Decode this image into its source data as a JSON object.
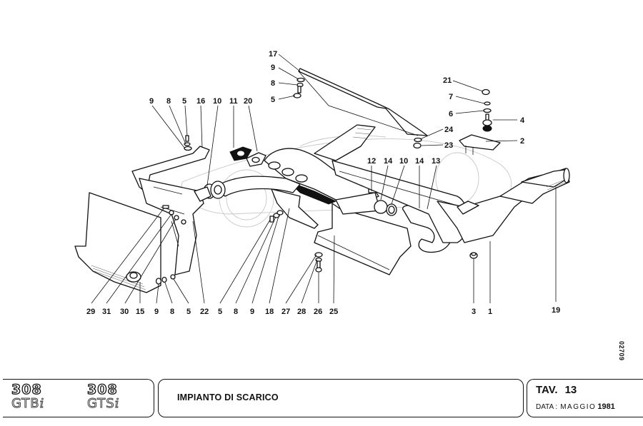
{
  "diagram": {
    "type": "exploded parts diagram",
    "subject": "exhaust system",
    "callouts": [
      {
        "id": "c17",
        "label": "17"
      },
      {
        "id": "c9a",
        "label": "9"
      },
      {
        "id": "c8a",
        "label": "8"
      },
      {
        "id": "c5a",
        "label": "5"
      },
      {
        "id": "c21",
        "label": "21"
      },
      {
        "id": "c7",
        "label": "7"
      },
      {
        "id": "c6",
        "label": "6"
      },
      {
        "id": "c4",
        "label": "4"
      },
      {
        "id": "c24",
        "label": "24"
      },
      {
        "id": "c2",
        "label": "2"
      },
      {
        "id": "c23",
        "label": "23"
      },
      {
        "id": "c9b",
        "label": "9"
      },
      {
        "id": "c8b",
        "label": "8"
      },
      {
        "id": "c5b",
        "label": "5"
      },
      {
        "id": "c16",
        "label": "16"
      },
      {
        "id": "c10a",
        "label": "10"
      },
      {
        "id": "c11",
        "label": "11"
      },
      {
        "id": "c20",
        "label": "20"
      },
      {
        "id": "c12",
        "label": "12"
      },
      {
        "id": "c14a",
        "label": "14"
      },
      {
        "id": "c10b",
        "label": "10"
      },
      {
        "id": "c14b",
        "label": "14"
      },
      {
        "id": "c13",
        "label": "13"
      },
      {
        "id": "c29",
        "label": "29"
      },
      {
        "id": "c31",
        "label": "31"
      },
      {
        "id": "c30",
        "label": "30"
      },
      {
        "id": "c15",
        "label": "15"
      },
      {
        "id": "c9c",
        "label": "9"
      },
      {
        "id": "c8c",
        "label": "8"
      },
      {
        "id": "c5c",
        "label": "5"
      },
      {
        "id": "c22",
        "label": "22"
      },
      {
        "id": "c5d",
        "label": "5"
      },
      {
        "id": "c8d",
        "label": "8"
      },
      {
        "id": "c9d",
        "label": "9"
      },
      {
        "id": "c18",
        "label": "18"
      },
      {
        "id": "c27",
        "label": "27"
      },
      {
        "id": "c28",
        "label": "28"
      },
      {
        "id": "c26",
        "label": "26"
      },
      {
        "id": "c25",
        "label": "25"
      },
      {
        "id": "c3",
        "label": "3"
      },
      {
        "id": "c1",
        "label": "1"
      },
      {
        "id": "c19",
        "label": "19"
      }
    ]
  },
  "serial_number": "02709",
  "footer": {
    "models": [
      {
        "number": "308",
        "suffix": "GTB",
        "suffix_mark": "i"
      },
      {
        "number": "308",
        "suffix": "GTS",
        "suffix_mark": "i"
      }
    ],
    "title": "IMPIANTO DI SCARICO",
    "tav_label": "TAV.",
    "tav_number": "13",
    "date_label": "DATA :",
    "date_month": "MAGGIO",
    "date_year": "1981"
  }
}
